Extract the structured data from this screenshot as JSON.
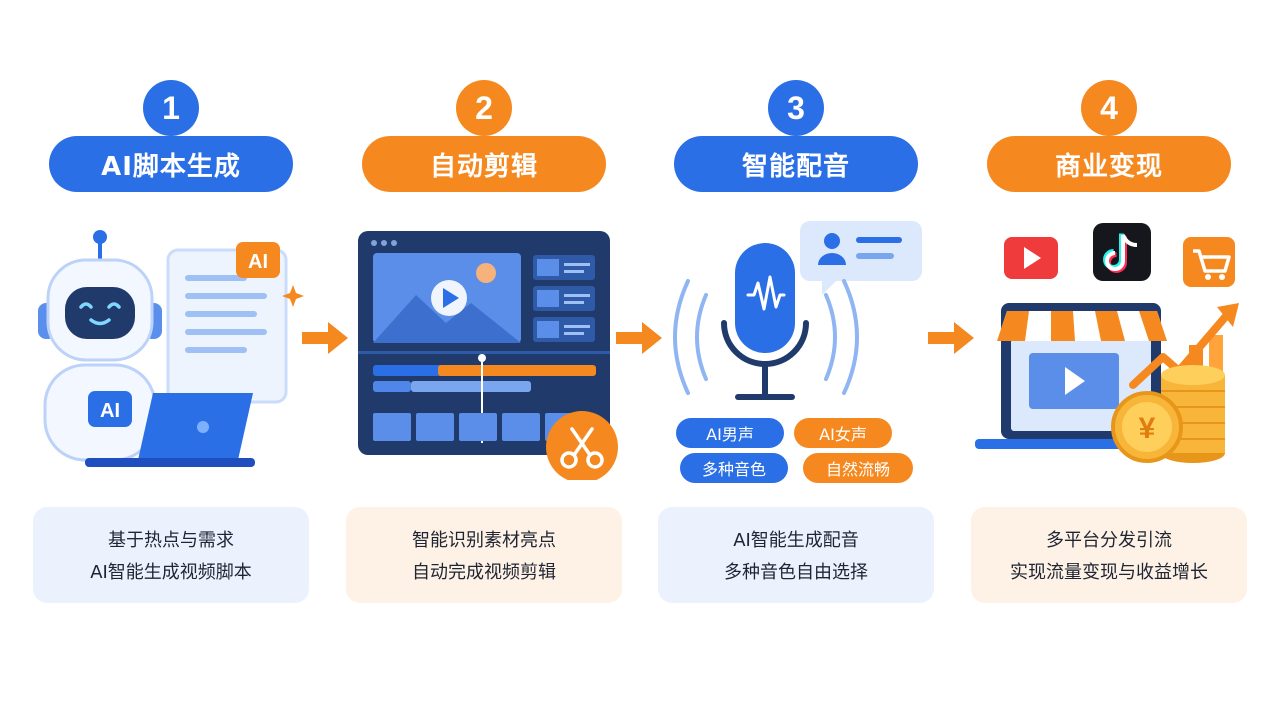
{
  "steps": [
    {
      "number": "1",
      "title": "AI脚本生成",
      "desc": [
        "基于热点与需求",
        "AI智能生成视频脚本"
      ],
      "badge": "AI",
      "robot_label": "AI"
    },
    {
      "number": "2",
      "title": "自动剪辑",
      "desc": [
        "智能识别素材亮点",
        "自动完成视频剪辑"
      ]
    },
    {
      "number": "3",
      "title": "智能配音",
      "desc": [
        "AI智能生成配音",
        "多种音色自由选择"
      ],
      "tags": [
        "AI男声",
        "AI女声",
        "多种音色",
        "自然流畅"
      ]
    },
    {
      "number": "4",
      "title": "商业变现",
      "desc": [
        "多平台分发引流",
        "实现流量变现与收益增长"
      ],
      "currency": "¥"
    }
  ],
  "colors": {
    "blue": "#2b6fe6",
    "orange": "#f5891f",
    "navy": "#1f3a6b"
  },
  "icons": [
    "robot-icon",
    "document-icon",
    "laptop-icon",
    "sparkle-icon",
    "video-editor-icon",
    "scissors-icon",
    "microphone-icon",
    "speech-bubble-icon",
    "youtube-icon",
    "tiktok-icon",
    "cart-icon",
    "shop-icon",
    "coins-icon",
    "growth-arrow-icon"
  ]
}
